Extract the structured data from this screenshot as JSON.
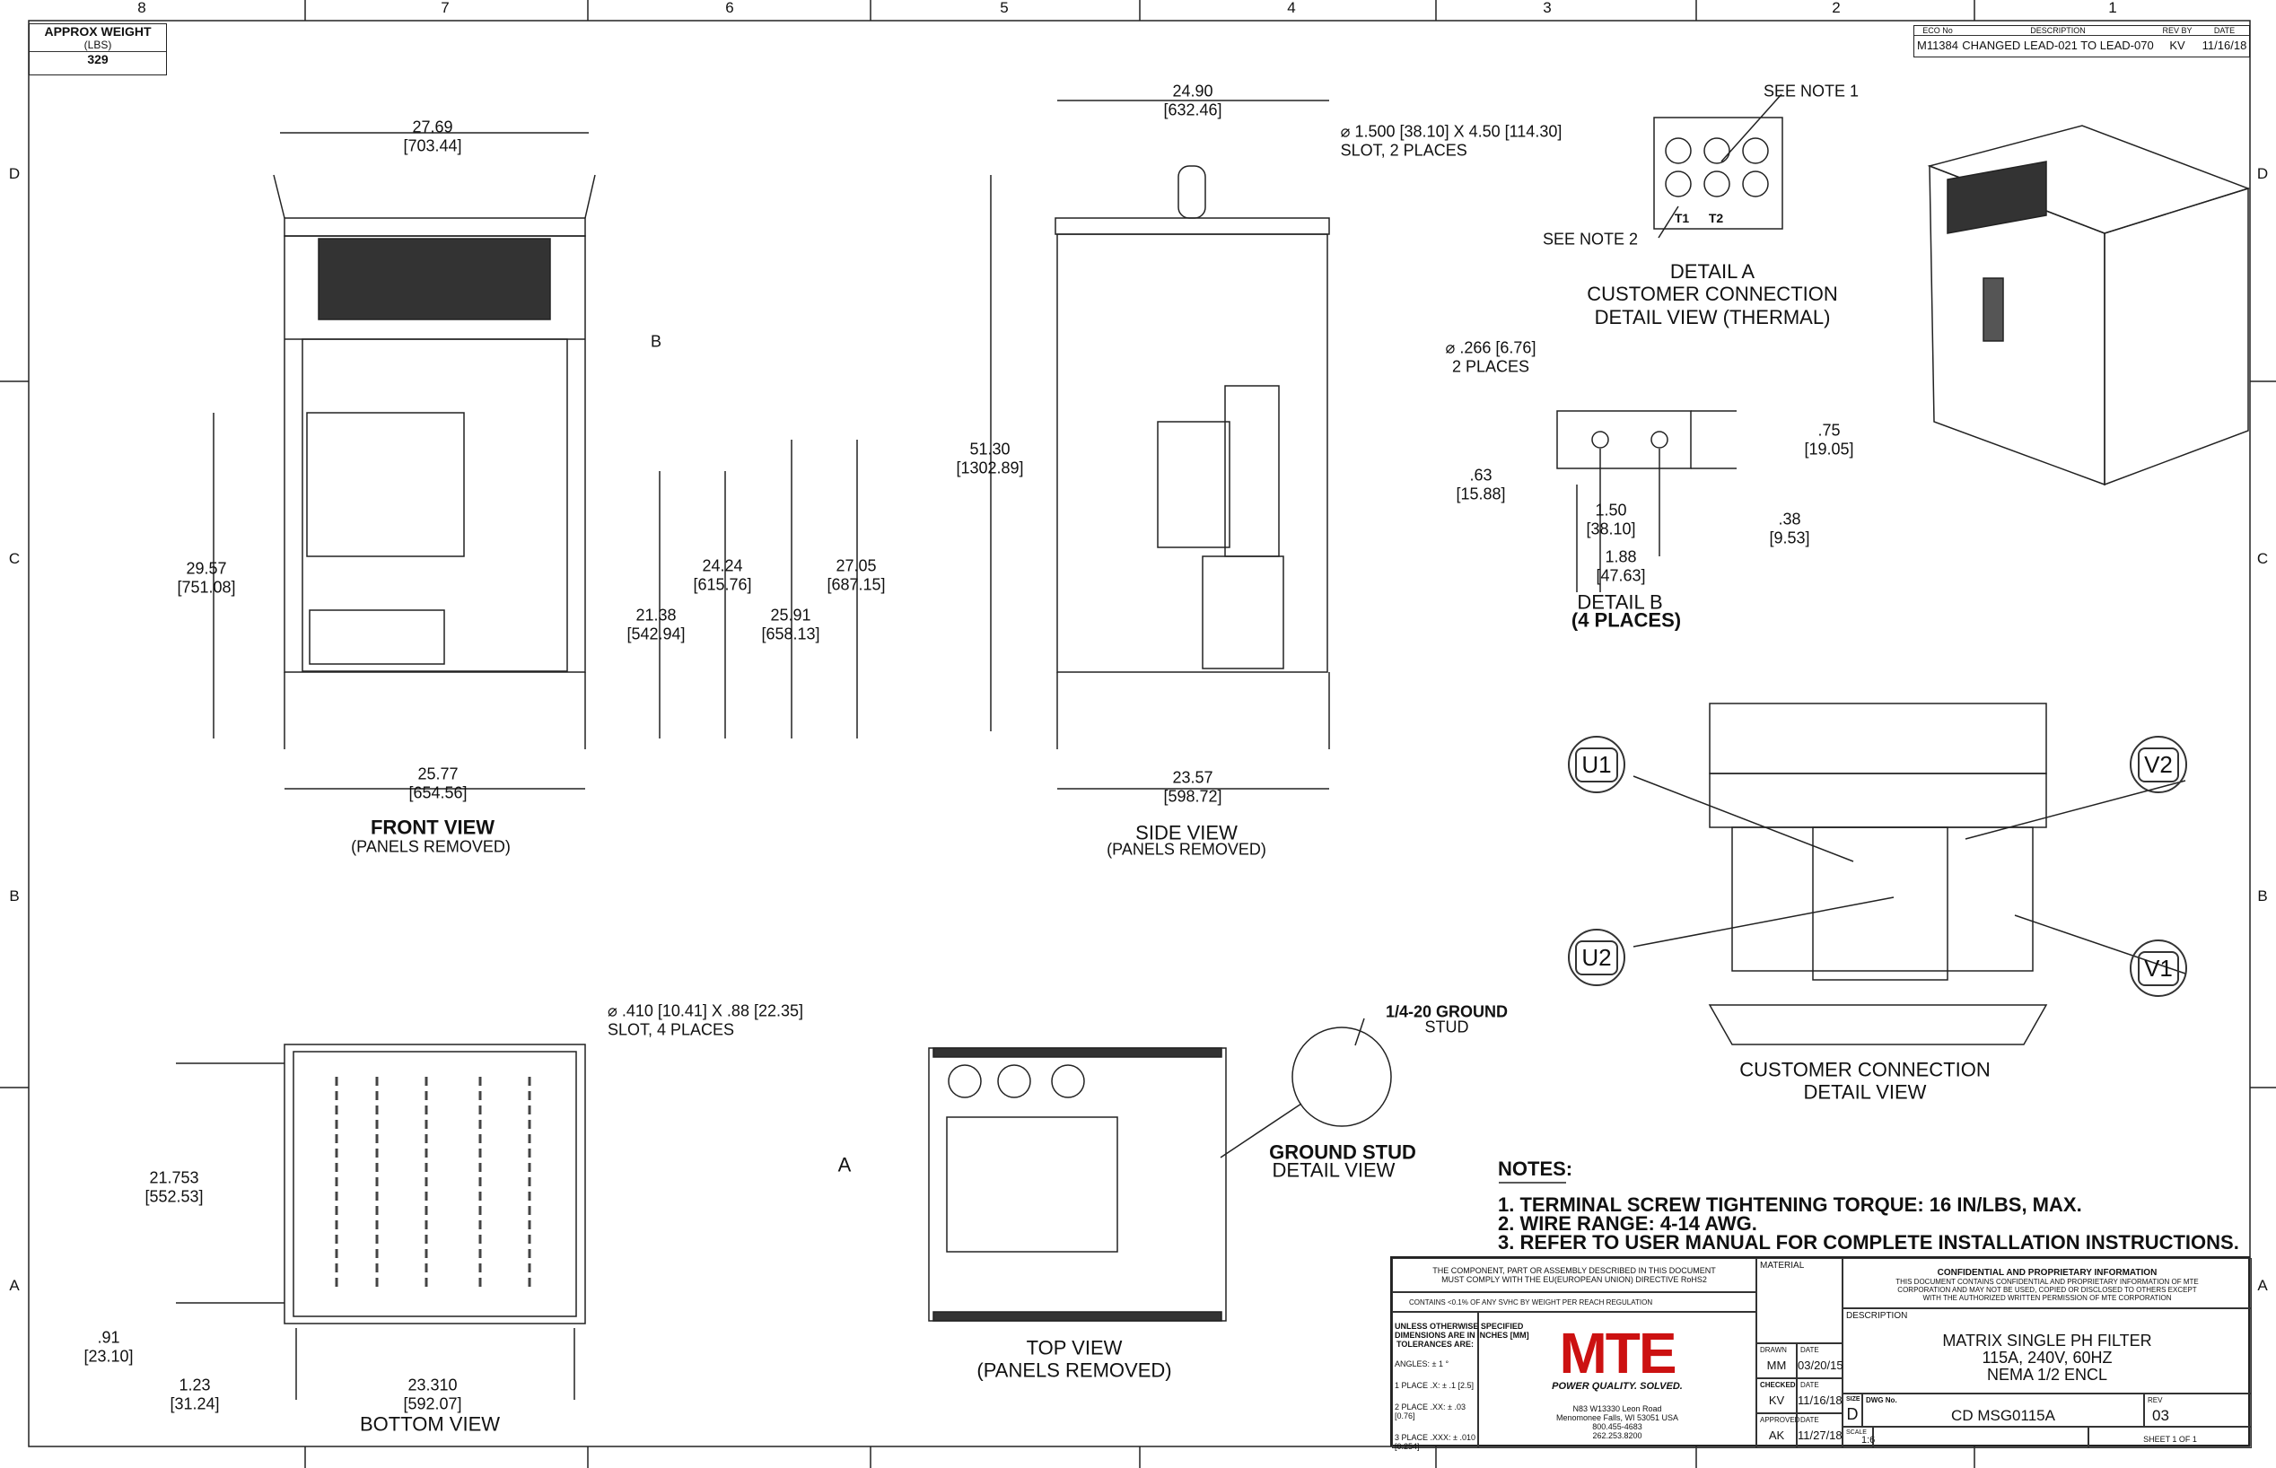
{
  "zones": {
    "cols": [
      "8",
      "7",
      "6",
      "5",
      "4",
      "3",
      "2",
      "1"
    ],
    "rows": [
      "D",
      "C",
      "B",
      "A"
    ]
  },
  "weight": {
    "label": "APPROX WEIGHT",
    "units": "(LBS)",
    "value": "329"
  },
  "revision": {
    "headers": [
      "ECO No",
      "DESCRIPTION",
      "REV BY",
      "DATE"
    ],
    "row": [
      "M11384",
      "CHANGED LEAD-021 TO LEAD-070",
      "KV",
      "11/16/18"
    ]
  },
  "front_view": {
    "title": "FRONT VIEW",
    "subtitle": "(PANELS REMOVED)",
    "callout": "B",
    "dims": [
      "27.69\n[703.44]",
      "29.57\n[751.08]",
      "21.38\n[542.94]",
      "24.24\n[615.76]",
      "25.91\n[658.13]",
      "27.05\n[687.15]",
      "25.77\n[654.56]"
    ]
  },
  "side_view": {
    "title": "SIDE VIEW",
    "subtitle": "(PANELS REMOVED)",
    "slot_note": "⌀ 1.500 [38.10] X 4.50 [114.30]\nSLOT, 2 PLACES",
    "dims": [
      "24.90\n[632.46]",
      "51.30\n[1302.89]",
      "23.57\n[598.72]"
    ]
  },
  "detail_a": {
    "note1": "SEE NOTE 1",
    "note2": "SEE NOTE 2",
    "t1": "T1",
    "t2": "T2",
    "title": "DETAIL A\nCUSTOMER CONNECTION\nDETAIL VIEW (THERMAL)"
  },
  "detail_b": {
    "hole": "⌀ .266 [6.76]\n2 PLACES",
    "dims": [
      ".75\n[19.05]",
      ".63\n[15.88]",
      "1.50\n[38.10]",
      ".38\n[9.53]",
      "1.88\n[47.63]"
    ],
    "title": "DETAIL B",
    "subtitle": "(4 PLACES)"
  },
  "customer_connection": {
    "terminals": [
      "U1",
      "V2",
      "U2",
      "V1"
    ],
    "title": "CUSTOMER CONNECTION\nDETAIL VIEW"
  },
  "bottom_view": {
    "title": "BOTTOM VIEW",
    "slot_note": "⌀ .410 [10.41] X .88 [22.35]\nSLOT, 4 PLACES",
    "dims": [
      "21.753\n[552.53]",
      ".91\n[23.10]",
      "1.23\n[31.24]",
      "23.310\n[592.07]"
    ]
  },
  "top_view": {
    "title": "TOP VIEW\n(PANELS REMOVED)",
    "callout": "A"
  },
  "ground_stud": {
    "label": "1/4-20 GROUND",
    "label2": "STUD",
    "title": "GROUND STUD",
    "subtitle": "DETAIL VIEW"
  },
  "notes": {
    "heading": "NOTES:",
    "items": [
      "1.  TERMINAL SCREW TIGHTENING TORQUE: 16 IN/LBS, MAX.",
      "2.  WIRE RANGE: 4-14 AWG.",
      "3.  REFER TO USER MANUAL FOR COMPLETE INSTALLATION INSTRUCTIONS."
    ]
  },
  "title_block": {
    "rohs": "THE COMPONENT, PART OR ASSEMBLY DESCRIBED IN THIS DOCUMENT\nMUST COMPLY WITH THE EU(EUROPEAN UNION) DIRECTIVE RoHS2",
    "reach": "CONTAINS <0.1% OF ANY SVHC BY WEIGHT PER REACH REGULATION",
    "tol_head": "UNLESS OTHERWISE SPECIFIED\nDIMENSIONS ARE IN INCHES [MM]\nTOLERANCES ARE:",
    "tolerances": [
      "ANGLES: ± 1 °",
      "1 PLACE .X: ± .1 [2.5]",
      "2 PLACE .XX: ± .03 [0.76]",
      "3 PLACE .XXX: ± .010 [0.254]"
    ],
    "logo": "MTE",
    "tagline": "POWER QUALITY. SOLVED.",
    "address": "N83 W13330 Leon Road\nMenomonee Falls, WI 53051 USA\n800.455-4683\n262.253.8200",
    "material_label": "MATERIAL",
    "drawn_label": "DRAWN",
    "drawn": "MM",
    "drawn_date": "03/20/15",
    "checked_label": "CHECKED",
    "checked": "KV",
    "checked_date": "11/16/18",
    "approved_label": "APPROVED",
    "approved": "AK",
    "approved_date": "11/27/18",
    "date_label": "DATE",
    "conf_head": "CONFIDENTIAL AND PROPRIETARY INFORMATION",
    "conf_body": "THIS DOCUMENT CONTAINS CONFIDENTIAL AND PROPRIETARY INFORMATION OF MTE\nCORPORATION AND MAY NOT BE USED, COPIED OR DISCLOSED TO OTHERS EXCEPT\nWITH THE AUTHORIZED WRITTEN PERMISSION OF MTE CORPORATION",
    "desc_label": "DESCRIPTION",
    "description": "MATRIX SINGLE PH FILTER\n115A, 240V, 60HZ\nNEMA 1/2 ENCL",
    "size_label": "SIZE",
    "size": "D",
    "dwg_label": "DWG No.",
    "dwg": "CD MSG0115A",
    "rev_label": "REV",
    "rev": "03",
    "scale_label": "SCALE",
    "scale": "1:6",
    "sheet": "SHEET 1  OF 1"
  },
  "colors": {
    "logo": "#cc1111"
  }
}
